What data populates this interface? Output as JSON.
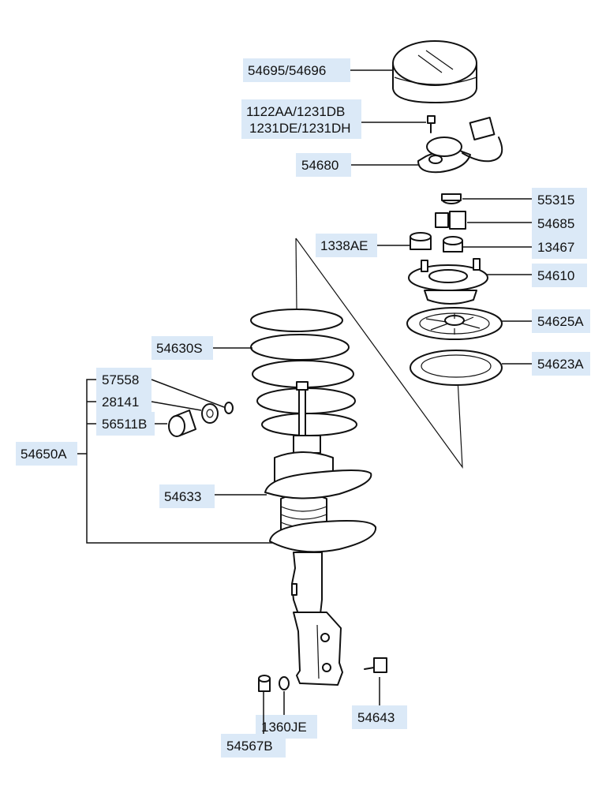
{
  "callouts": [
    {
      "id": "c54695",
      "lines": [
        "54695/54696"
      ]
    },
    {
      "id": "c1122aa",
      "lines": [
        "1122AA/1231DB",
        "1231DE/1231DH"
      ]
    },
    {
      "id": "c54680",
      "lines": [
        "54680"
      ]
    },
    {
      "id": "c55315",
      "lines": [
        "55315"
      ]
    },
    {
      "id": "c54685",
      "lines": [
        "54685"
      ]
    },
    {
      "id": "c1338ae",
      "lines": [
        "1338AE"
      ]
    },
    {
      "id": "c13467",
      "lines": [
        "13467"
      ]
    },
    {
      "id": "c54610",
      "lines": [
        "54610"
      ]
    },
    {
      "id": "c54625a",
      "lines": [
        "54625A"
      ]
    },
    {
      "id": "c54623a",
      "lines": [
        "54623A"
      ]
    },
    {
      "id": "c54630s",
      "lines": [
        "54630S"
      ]
    },
    {
      "id": "c57558",
      "lines": [
        "57558"
      ]
    },
    {
      "id": "c28141",
      "lines": [
        "28141"
      ]
    },
    {
      "id": "c56511b",
      "lines": [
        "56511B"
      ]
    },
    {
      "id": "c54650a",
      "lines": [
        "54650A"
      ]
    },
    {
      "id": "c54633",
      "lines": [
        "54633"
      ]
    },
    {
      "id": "c54643",
      "lines": [
        "54643"
      ]
    },
    {
      "id": "c1360je",
      "lines": [
        "1360JE"
      ]
    },
    {
      "id": "c54567b",
      "lines": [
        "54567B"
      ]
    }
  ],
  "icons": {
    "dust_cap": "dust-cap-icon",
    "sensor": "actuator-sensor-icon",
    "spring": "coil-spring-icon",
    "strut": "strut-assembly-icon"
  }
}
